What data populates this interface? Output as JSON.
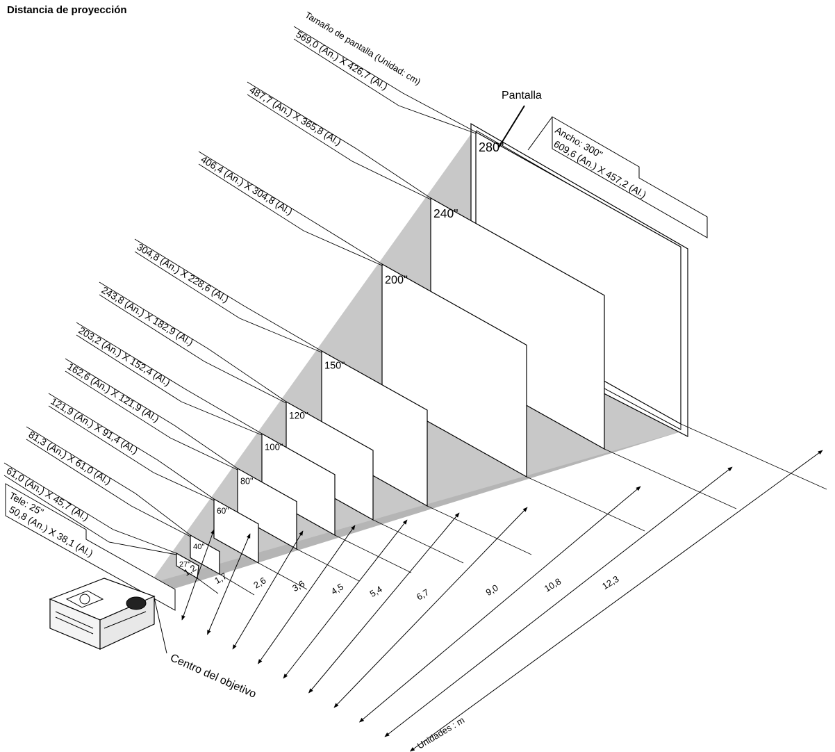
{
  "title": "Distancia de proyección",
  "header_label": "Tamaño de pantalla (Unidad: cm)",
  "screen_label": "Pantalla",
  "lens_center_label": "Centro del objetivo",
  "units_label": "Unidades : m",
  "wide_label": "Ancho: 300\"",
  "wide_dims": "609,6 (An.) X 457,2 (Al.)",
  "tele_label": "Tele: 25\"",
  "tele_dims": "50,8 (An.) X 38,1 (Al.)",
  "screens": [
    {
      "size": "27\"",
      "dims": "61,0 (An.) X 45,7 (Al.)",
      "distance": "1,2"
    },
    {
      "size": "40\"",
      "dims": "81,3 (An.) X 61,0 (Al.)",
      "distance": "1,7"
    },
    {
      "size": "60\"",
      "dims": "121,9 (An.) X 91,4 (Al.)",
      "distance": "2,6"
    },
    {
      "size": "80\"",
      "dims": "162,6 (An.) X 121,9 (Al.)",
      "distance": "3,6"
    },
    {
      "size": "100\"",
      "dims": "203,2 (An.) X 152,4 (Al.)",
      "distance": "4,5"
    },
    {
      "size": "120\"",
      "dims": "243,8 (An.) X 182,9 (Al.)",
      "distance": "5,4"
    },
    {
      "size": "150\"",
      "dims": "304,8 (An.) X 228,6 (Al.)",
      "distance": "6,7"
    },
    {
      "size": "200\"",
      "dims": "406,4 (An.) X 304,8 (Al.)",
      "distance": "9,0"
    },
    {
      "size": "240\"",
      "dims": "487,7 (An.) X 365,8 (Al.)",
      "distance": "10,8"
    },
    {
      "size": "280\"",
      "dims": "569,0 (An.) X 426,7 (Al.)",
      "distance": "12,3"
    }
  ]
}
